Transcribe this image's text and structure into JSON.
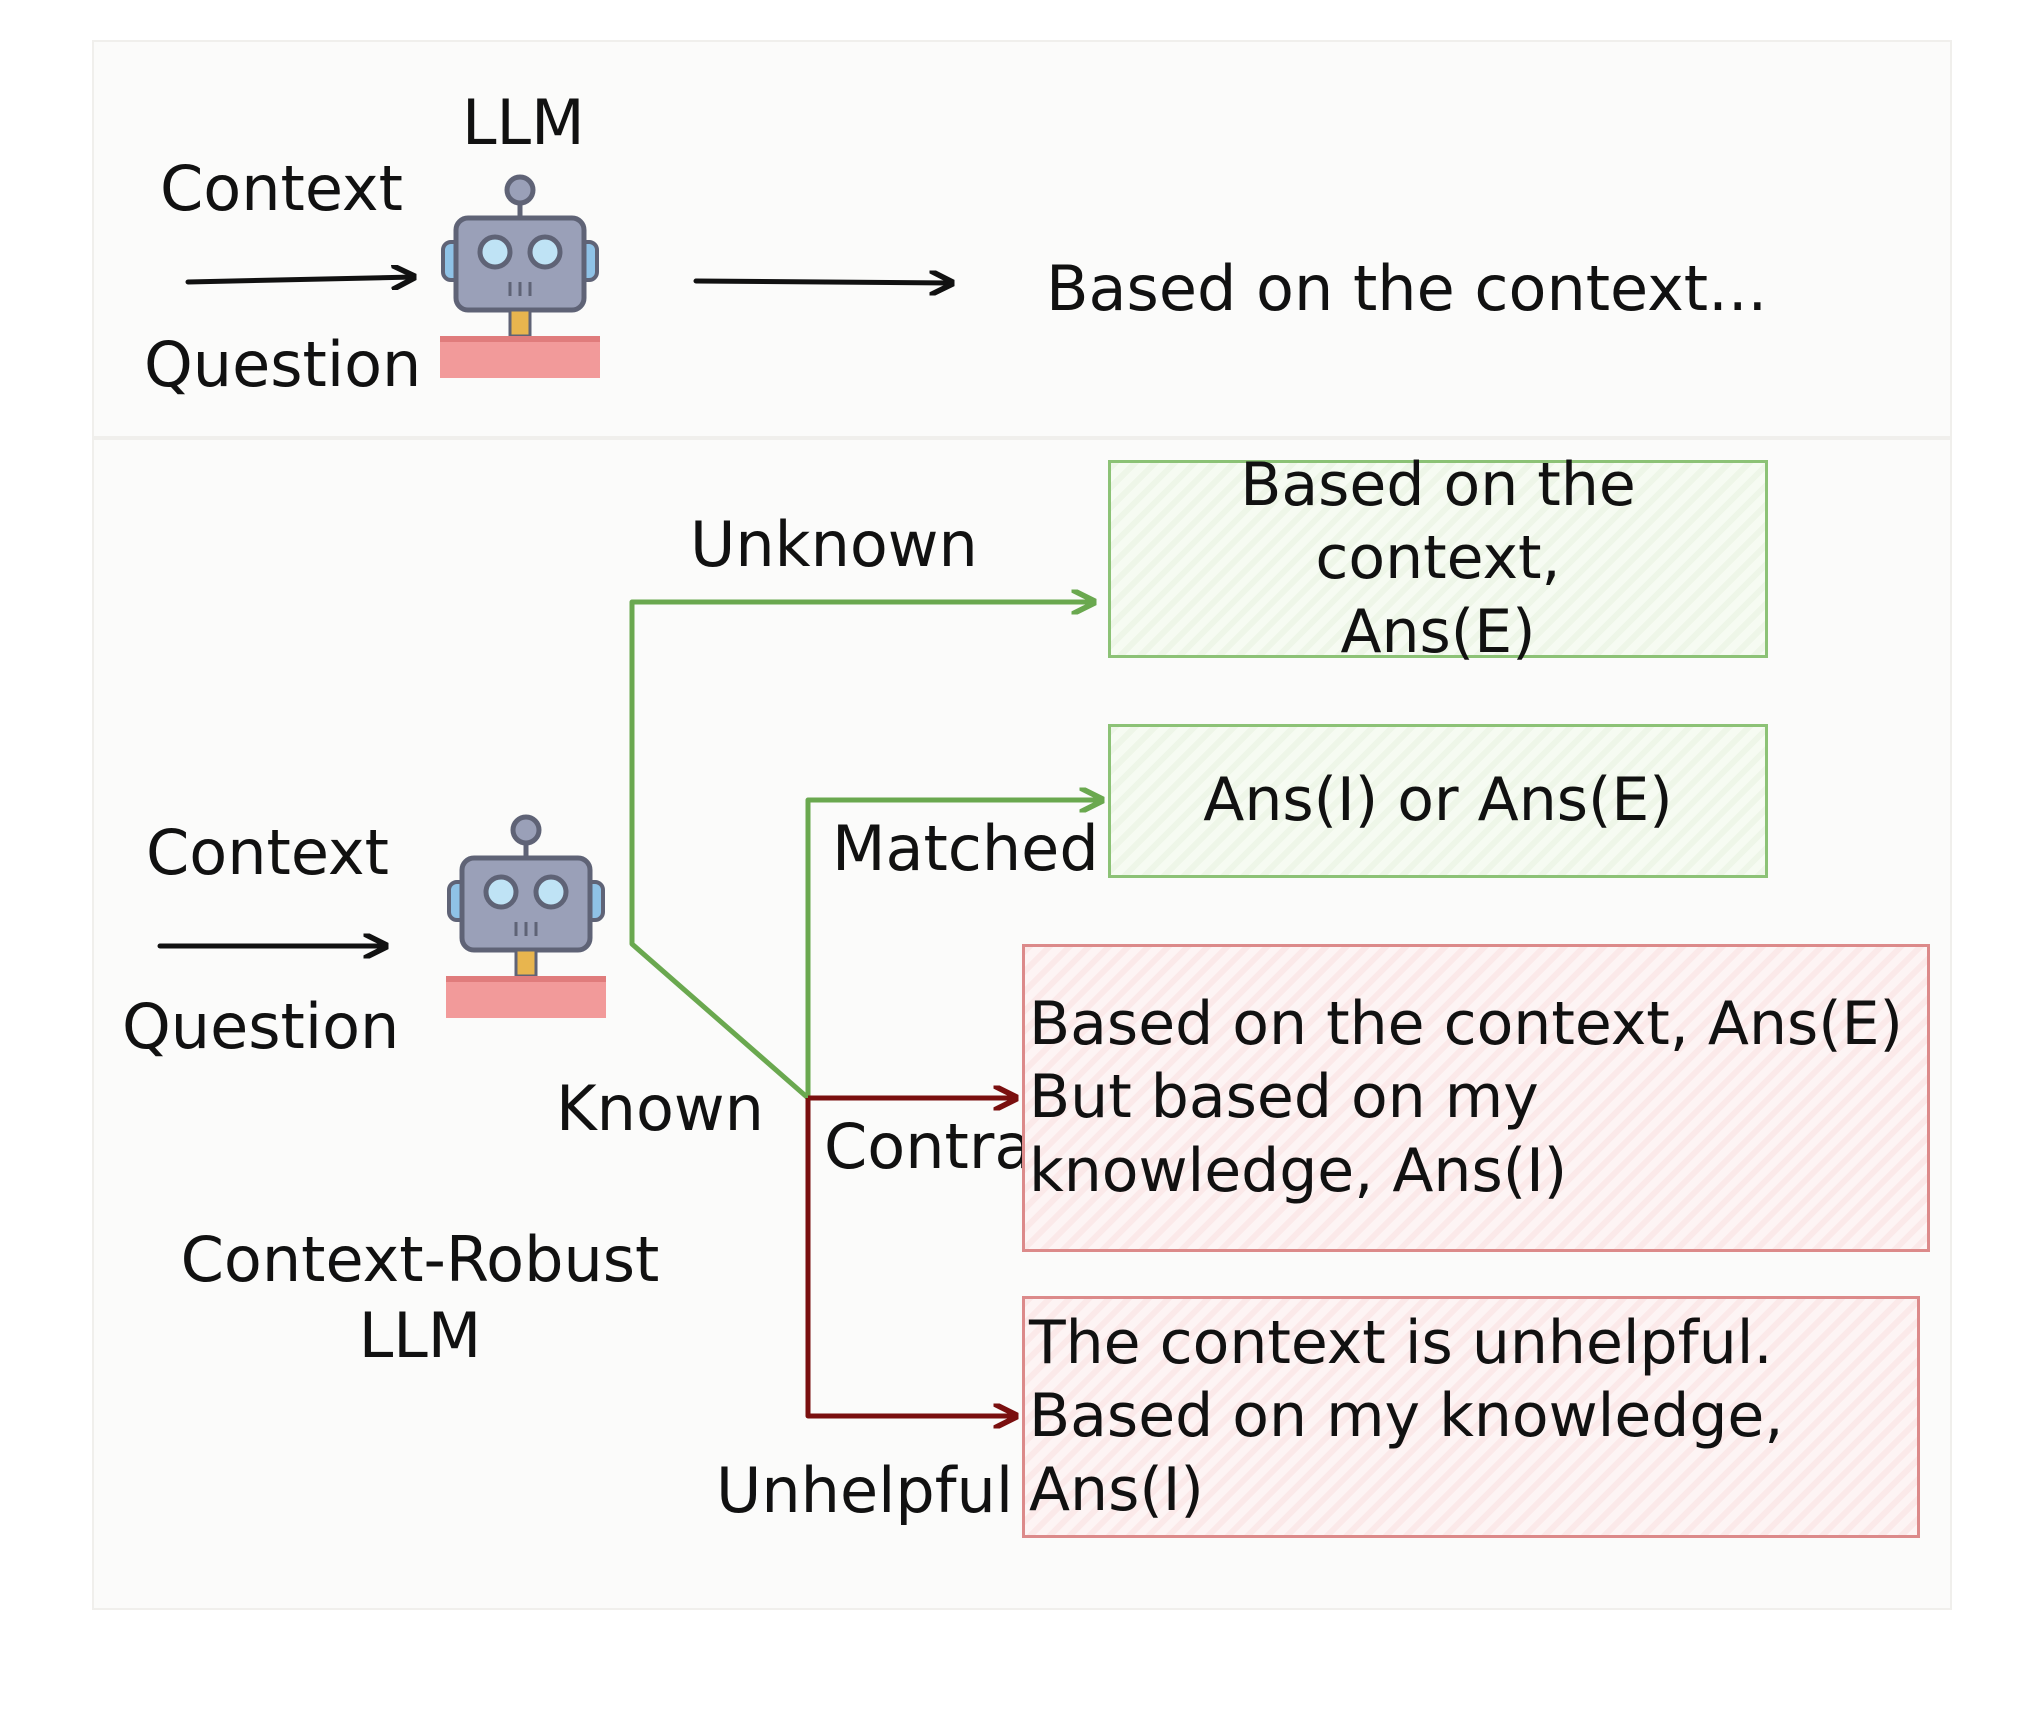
{
  "top": {
    "model_label": "LLM",
    "input_context": "Context",
    "input_question": "Question",
    "output": "Based on the context..."
  },
  "bottom": {
    "input_context": "Context",
    "input_question": "Question",
    "model_label": "Context-Robust\nLLM",
    "branch_unknown": "Unknown",
    "branch_known": "Known",
    "branch_matched": "Matched",
    "branch_contra": "Contra",
    "branch_unhelpful": "Unhelpful",
    "output_unknown": "Based on the context,\nAns(E)",
    "output_matched": "Ans(I) or Ans(E)",
    "output_contra": "Based on the context, Ans(E)\nBut based on my\nknowledge, Ans(I)",
    "output_unhelpful": "The context is unhelpful.\nBased on my knowledge, Ans(I)"
  },
  "colors": {
    "green": "#6aa84f",
    "dark_red": "#7a0f0f",
    "green_box_border": "#8cc276",
    "red_box_border": "#dc8a8a"
  },
  "icons": [
    "robot-icon"
  ]
}
